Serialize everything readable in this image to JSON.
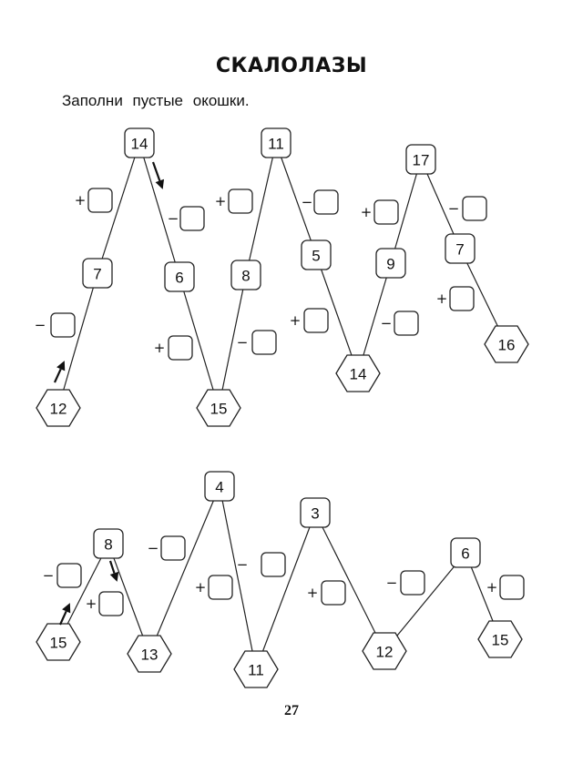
{
  "title": "СКАЛОЛАЗЫ",
  "instruction": "Заполни пустые окошки.",
  "page_number": "27",
  "puzzles": [
    {
      "nodes": [
        {
          "id": "a0",
          "label": "12",
          "shape": "hex"
        },
        {
          "id": "a1",
          "label": "7",
          "shape": "box"
        },
        {
          "id": "a2",
          "label": "14",
          "shape": "box"
        },
        {
          "id": "a3",
          "label": "6",
          "shape": "box"
        },
        {
          "id": "a4",
          "label": "15",
          "shape": "hex"
        },
        {
          "id": "a5",
          "label": "8",
          "shape": "box"
        },
        {
          "id": "a6",
          "label": "11",
          "shape": "box"
        },
        {
          "id": "a7",
          "label": "5",
          "shape": "box"
        },
        {
          "id": "a8",
          "label": "14",
          "shape": "hex"
        },
        {
          "id": "a9",
          "label": "9",
          "shape": "box"
        },
        {
          "id": "a10",
          "label": "17",
          "shape": "box"
        },
        {
          "id": "a11",
          "label": "7",
          "shape": "box"
        },
        {
          "id": "a12",
          "label": "16",
          "shape": "hex"
        }
      ],
      "operations": [
        "−",
        "+",
        "−",
        "+",
        "−",
        "+",
        "−",
        "+",
        "−",
        "+",
        "−",
        "+"
      ]
    },
    {
      "nodes": [
        {
          "id": "b0",
          "label": "15",
          "shape": "hex"
        },
        {
          "id": "b1",
          "label": "8",
          "shape": "box"
        },
        {
          "id": "b2",
          "label": "13",
          "shape": "hex"
        },
        {
          "id": "b3",
          "label": "4",
          "shape": "box"
        },
        {
          "id": "b4",
          "label": "11",
          "shape": "hex"
        },
        {
          "id": "b5",
          "label": "3",
          "shape": "box"
        },
        {
          "id": "b6",
          "label": "12",
          "shape": "hex"
        },
        {
          "id": "b7",
          "label": "6",
          "shape": "box"
        },
        {
          "id": "b8",
          "label": "15",
          "shape": "hex"
        }
      ],
      "operations": [
        "−",
        "+",
        "−",
        "+",
        "−",
        "+",
        "−",
        "+"
      ]
    }
  ]
}
